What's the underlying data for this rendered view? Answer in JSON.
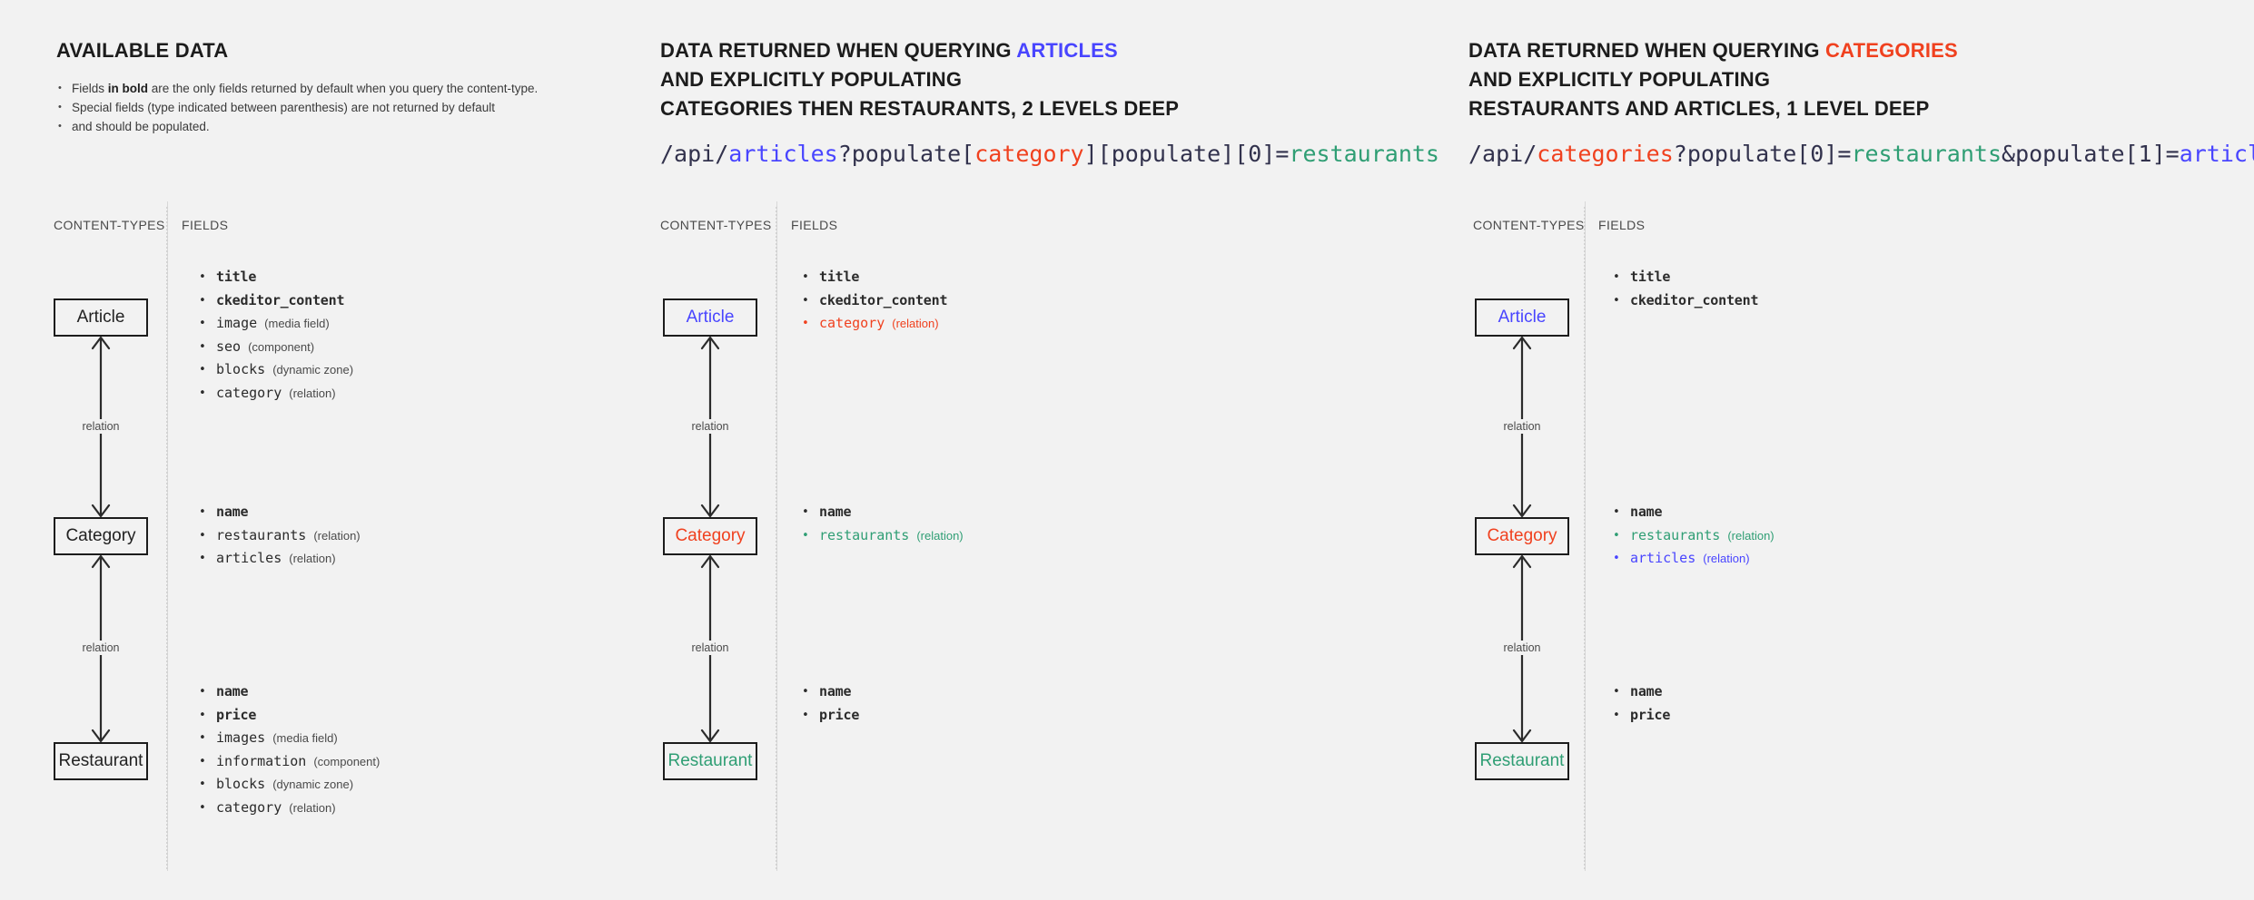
{
  "colors": {
    "background": "#f2f2f2",
    "text": "#222222",
    "blue": "#4945ff",
    "red": "#f0411f",
    "green": "#2f9e74",
    "rule": "#d8d8d8"
  },
  "panels": [
    {
      "id": "available-data",
      "heading_lines": [
        [
          {
            "t": "AVAILABLE DATA",
            "c": "dark"
          }
        ]
      ],
      "endpoint": null,
      "legend": [
        {
          "pre": "Fields ",
          "bold": "in bold",
          "post": " are the only fields returned by default when you query the content-type."
        },
        {
          "pre": "Special fields (type indicated between parenthesis) are not returned by default",
          "bold": "",
          "post": ""
        },
        {
          "pre": "and should be populated.",
          "bold": "",
          "post": "",
          "continuation": true
        }
      ],
      "captions": {
        "content_types": "CONTENT-TYPES",
        "fields": "FIELDS"
      },
      "entities": [
        {
          "name": "Article",
          "color": "dark"
        },
        {
          "name": "Category",
          "color": "dark"
        },
        {
          "name": "Restaurant",
          "color": "dark"
        }
      ],
      "relations": [
        {
          "label": "relation"
        },
        {
          "label": "relation"
        }
      ],
      "field_groups": [
        [
          {
            "name": "title",
            "type": "",
            "bold": true,
            "color": "dark"
          },
          {
            "name": "ckeditor_content",
            "type": "",
            "bold": true,
            "color": "dark"
          },
          {
            "name": "image",
            "type": "(media field)",
            "bold": false,
            "color": "dark"
          },
          {
            "name": "seo",
            "type": "(component)",
            "bold": false,
            "color": "dark"
          },
          {
            "name": "blocks",
            "type": "(dynamic zone)",
            "bold": false,
            "color": "dark"
          },
          {
            "name": "category",
            "type": "(relation)",
            "bold": false,
            "color": "dark"
          }
        ],
        [
          {
            "name": "name",
            "type": "",
            "bold": true,
            "color": "dark"
          },
          {
            "name": "restaurants",
            "type": "(relation)",
            "bold": false,
            "color": "dark"
          },
          {
            "name": "articles",
            "type": "(relation)",
            "bold": false,
            "color": "dark"
          }
        ],
        [
          {
            "name": "name",
            "type": "",
            "bold": true,
            "color": "dark"
          },
          {
            "name": "price",
            "type": "",
            "bold": true,
            "color": "dark"
          },
          {
            "name": "images",
            "type": "(media field)",
            "bold": false,
            "color": "dark"
          },
          {
            "name": "information",
            "type": "(component)",
            "bold": false,
            "color": "dark"
          },
          {
            "name": "blocks",
            "type": "(dynamic zone)",
            "bold": false,
            "color": "dark"
          },
          {
            "name": "category",
            "type": "(relation)",
            "bold": false,
            "color": "dark"
          }
        ]
      ]
    },
    {
      "id": "query-articles",
      "heading_lines": [
        [
          {
            "t": "DATA RETURNED WHEN QUERYING ",
            "c": "dark"
          },
          {
            "t": "ARTICLES",
            "c": "blue"
          }
        ],
        [
          {
            "t": "AND EXPLICITLY POPULATING",
            "c": "dark"
          }
        ],
        [
          {
            "t": "CATEGORIES THEN RESTAURANTS, 2 LEVELS DEEP",
            "c": "dark"
          }
        ]
      ],
      "endpoint": [
        {
          "t": "/api/",
          "c": "dark"
        },
        {
          "t": "articles",
          "c": "blue"
        },
        {
          "t": "?populate[",
          "c": "dark"
        },
        {
          "t": "category",
          "c": "red"
        },
        {
          "t": "][populate][0]=",
          "c": "dark"
        },
        {
          "t": "restaurants",
          "c": "green"
        }
      ],
      "legend": [],
      "captions": {
        "content_types": "CONTENT-TYPES",
        "fields": "FIELDS"
      },
      "entities": [
        {
          "name": "Article",
          "color": "blue"
        },
        {
          "name": "Category",
          "color": "red"
        },
        {
          "name": "Restaurant",
          "color": "green"
        }
      ],
      "relations": [
        {
          "label": "relation"
        },
        {
          "label": "relation"
        }
      ],
      "field_groups": [
        [
          {
            "name": "title",
            "type": "",
            "bold": true,
            "color": "dark"
          },
          {
            "name": "ckeditor_content",
            "type": "",
            "bold": true,
            "color": "dark"
          },
          {
            "name": "category",
            "type": "(relation)",
            "bold": false,
            "color": "red"
          }
        ],
        [
          {
            "name": "name",
            "type": "",
            "bold": true,
            "color": "dark"
          },
          {
            "name": "restaurants",
            "type": "(relation)",
            "bold": false,
            "color": "green"
          }
        ],
        [
          {
            "name": "name",
            "type": "",
            "bold": true,
            "color": "dark"
          },
          {
            "name": "price",
            "type": "",
            "bold": true,
            "color": "dark"
          }
        ]
      ]
    },
    {
      "id": "query-categories",
      "heading_lines": [
        [
          {
            "t": "DATA RETURNED WHEN QUERYING ",
            "c": "dark"
          },
          {
            "t": "CATEGORIES",
            "c": "red"
          }
        ],
        [
          {
            "t": "AND EXPLICITLY POPULATING",
            "c": "dark"
          }
        ],
        [
          {
            "t": "RESTAURANTS AND ARTICLES, 1 LEVEL DEEP",
            "c": "dark"
          }
        ]
      ],
      "endpoint": [
        {
          "t": "/api/",
          "c": "dark"
        },
        {
          "t": "categories",
          "c": "red"
        },
        {
          "t": "?populate[0]=",
          "c": "dark"
        },
        {
          "t": "restaurants",
          "c": "green"
        },
        {
          "t": "&populate[1]=",
          "c": "dark"
        },
        {
          "t": "articles",
          "c": "blue"
        }
      ],
      "legend": [],
      "captions": {
        "content_types": "CONTENT-TYPES",
        "fields": "FIELDS"
      },
      "entities": [
        {
          "name": "Article",
          "color": "blue"
        },
        {
          "name": "Category",
          "color": "red"
        },
        {
          "name": "Restaurant",
          "color": "green"
        }
      ],
      "relations": [
        {
          "label": "relation"
        },
        {
          "label": "relation"
        }
      ],
      "field_groups": [
        [
          {
            "name": "title",
            "type": "",
            "bold": true,
            "color": "dark"
          },
          {
            "name": "ckeditor_content",
            "type": "",
            "bold": true,
            "color": "dark"
          }
        ],
        [
          {
            "name": "name",
            "type": "",
            "bold": true,
            "color": "dark"
          },
          {
            "name": "restaurants",
            "type": "(relation)",
            "bold": false,
            "color": "green"
          },
          {
            "name": "articles",
            "type": "(relation)",
            "bold": false,
            "color": "blue"
          }
        ],
        [
          {
            "name": "name",
            "type": "",
            "bold": true,
            "color": "dark"
          },
          {
            "name": "price",
            "type": "",
            "bold": true,
            "color": "dark"
          }
        ]
      ]
    }
  ]
}
